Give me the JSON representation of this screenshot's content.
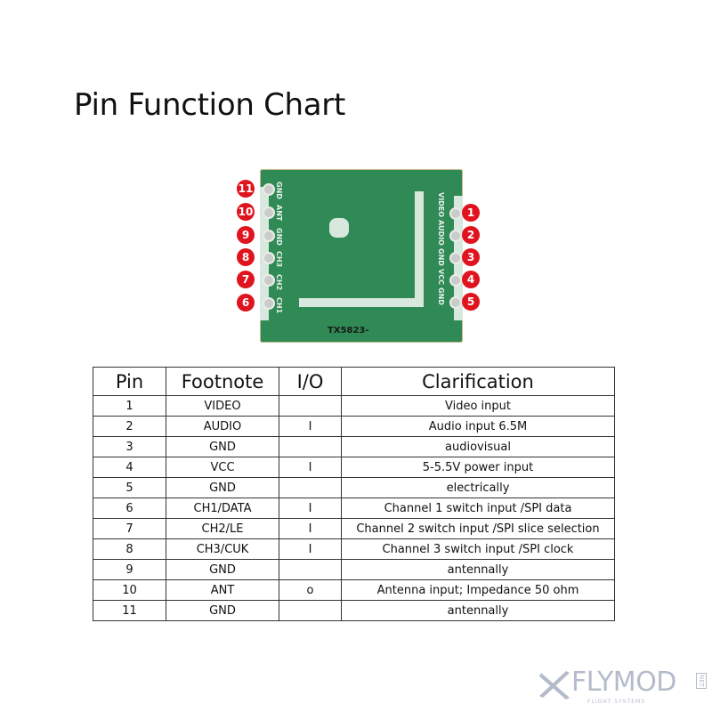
{
  "title": "Pin Function Chart",
  "board": {
    "model": "TX5823-",
    "left_labels": [
      "GND",
      "ANT",
      "GND",
      "CH3",
      "CH2",
      "CH1"
    ],
    "right_labels": [
      "VIDEO",
      "AUDIO",
      "GND",
      "VCC",
      "GND"
    ],
    "left_badges": [
      "11",
      "10",
      "9",
      "8",
      "7",
      "6"
    ],
    "right_badges": [
      "1",
      "2",
      "3",
      "4",
      "5"
    ],
    "badge_color": "#e0141e",
    "pcb_color": "#2f8a55"
  },
  "table": {
    "headers": [
      "Pin",
      "Footnote",
      "I/O",
      "Clarification"
    ],
    "rows": [
      [
        "1",
        "VIDEO",
        "",
        "Video input"
      ],
      [
        "2",
        "AUDIO",
        "I",
        "Audio input 6.5M"
      ],
      [
        "3",
        "GND",
        "",
        "audiovisual"
      ],
      [
        "4",
        "VCC",
        "I",
        "5-5.5V power input"
      ],
      [
        "5",
        "GND",
        "",
        "electrically"
      ],
      [
        "6",
        "CH1/DATA",
        "I",
        "Channel 1 switch input /SPI data"
      ],
      [
        "7",
        "CH2/LE",
        "I",
        "Channel 2 switch input /SPI slice selection"
      ],
      [
        "8",
        "CH3/CUK",
        "I",
        "Channel 3 switch input /SPI clock"
      ],
      [
        "9",
        "GND",
        "",
        "antennally"
      ],
      [
        "10",
        "ANT",
        "o",
        "Antenna input; Impedance 50 ohm"
      ],
      [
        "11",
        "GND",
        "",
        "antennally"
      ]
    ]
  },
  "logo": {
    "name": "FLYMOD",
    "tagline": "FLIGHT SYSTEMS",
    "suffix": "NET"
  }
}
